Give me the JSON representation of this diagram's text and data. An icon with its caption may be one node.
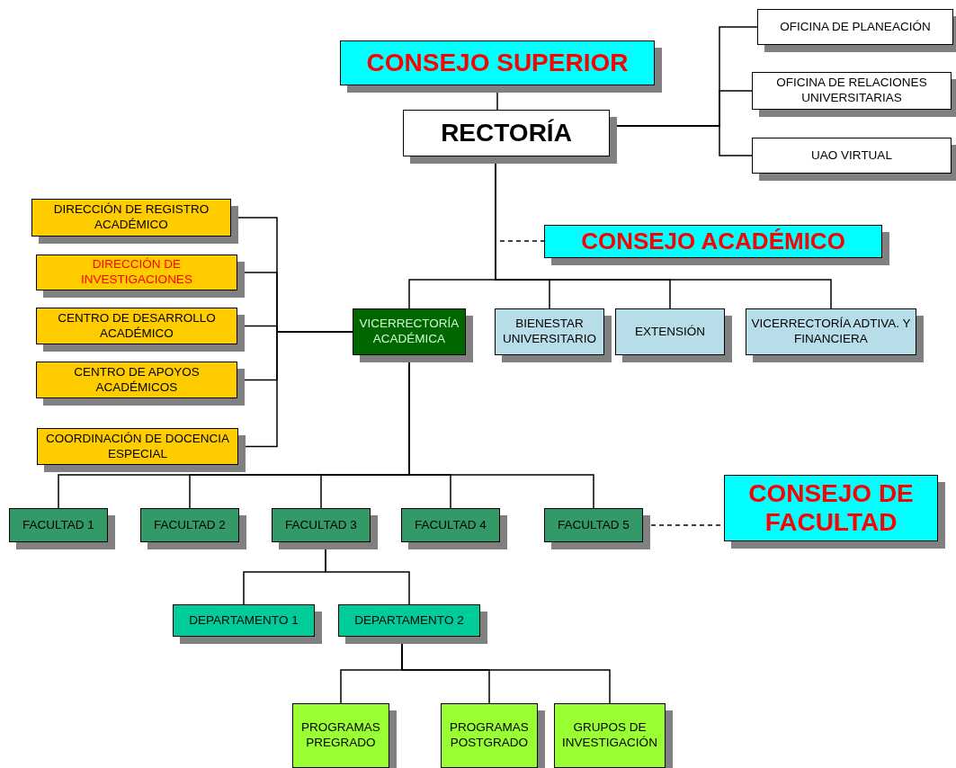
{
  "diagram": {
    "nodes": [
      {
        "text": [
          "CONSEJO SUPERIOR"
        ]
      },
      {
        "text": [
          "RECTORÍA"
        ]
      },
      {
        "text": [
          "OFICINA DE PLANEACIÓN"
        ]
      },
      {
        "text": [
          "OFICINA DE RELACIONES UNIVERSITARIAS"
        ]
      },
      {
        "text": [
          "UAO VIRTUAL"
        ]
      },
      {
        "text": [
          "CONSEJO ACADÉMICO"
        ]
      },
      {
        "text": [
          "DIRECCIÓN DE REGISTRO ACADÉMICO"
        ]
      },
      {
        "text": [
          "DIRECCIÓN DE INVESTIGACIONES"
        ]
      },
      {
        "text": [
          "CENTRO DE DESARROLLO ACADÉMICO"
        ]
      },
      {
        "text": [
          "CENTRO DE APOYOS ACADÉMICOS"
        ]
      },
      {
        "text": [
          "COORDINACIÓN DE DOCENCIA ESPECIAL"
        ]
      },
      {
        "text": [
          "VICERRECTORÍA ACADÉMICA"
        ]
      },
      {
        "text": [
          "BIENESTAR UNIVERSITARIO"
        ]
      },
      {
        "text": [
          "EXTENSIÓN"
        ]
      },
      {
        "text": [
          "VICERRECTORÍA ADTIVA. Y FINANCIERA"
        ]
      },
      {
        "text": [
          "FACULTAD 1"
        ]
      },
      {
        "text": [
          "FACULTAD 2"
        ]
      },
      {
        "text": [
          "FACULTAD 3"
        ]
      },
      {
        "text": [
          "FACULTAD 4"
        ]
      },
      {
        "text": [
          "FACULTAD 5"
        ]
      },
      {
        "text": [
          "CONSEJO DE FACULTAD"
        ]
      },
      {
        "text": [
          "DEPARTAMENTO 1"
        ]
      },
      {
        "text": [
          "DEPARTAMENTO 2"
        ]
      },
      {
        "text": [
          "PROGRAMAS PREGRADO"
        ]
      },
      {
        "text": [
          "PROGRAMAS POSTGRADO"
        ]
      },
      {
        "text": [
          "GRUPOS DE INVESTIGACIÓN"
        ]
      }
    ],
    "edges": [
      {
        "from": 0,
        "to": 1,
        "arrow": "none"
      },
      {
        "from": 1,
        "to": 2,
        "arrow": "none"
      },
      {
        "from": 1,
        "to": 3,
        "arrow": "none"
      },
      {
        "from": 1,
        "to": 4,
        "arrow": "none"
      },
      {
        "from": 1,
        "to": 5,
        "arrow": "none",
        "style": "dashed"
      },
      {
        "from": 1,
        "to": 11,
        "arrow": "none"
      },
      {
        "from": 1,
        "to": 12,
        "arrow": "none"
      },
      {
        "from": 1,
        "to": 13,
        "arrow": "none"
      },
      {
        "from": 1,
        "to": 14,
        "arrow": "none"
      },
      {
        "from": 11,
        "to": 6,
        "arrow": "none"
      },
      {
        "from": 11,
        "to": 7,
        "arrow": "none"
      },
      {
        "from": 11,
        "to": 8,
        "arrow": "none"
      },
      {
        "from": 11,
        "to": 9,
        "arrow": "none"
      },
      {
        "from": 11,
        "to": 10,
        "arrow": "none"
      },
      {
        "from": 11,
        "to": 15,
        "arrow": "none"
      },
      {
        "from": 11,
        "to": 16,
        "arrow": "none"
      },
      {
        "from": 11,
        "to": 17,
        "arrow": "none"
      },
      {
        "from": 11,
        "to": 18,
        "arrow": "none"
      },
      {
        "from": 11,
        "to": 19,
        "arrow": "none"
      },
      {
        "from": 19,
        "to": 20,
        "arrow": "none",
        "style": "dashed"
      },
      {
        "from": 17,
        "to": 21,
        "arrow": "none"
      },
      {
        "from": 17,
        "to": 22,
        "arrow": "none"
      },
      {
        "from": 22,
        "to": 23,
        "arrow": "none"
      },
      {
        "from": 22,
        "to": 24,
        "arrow": "none"
      },
      {
        "from": 22,
        "to": 25,
        "arrow": "none"
      }
    ]
  }
}
